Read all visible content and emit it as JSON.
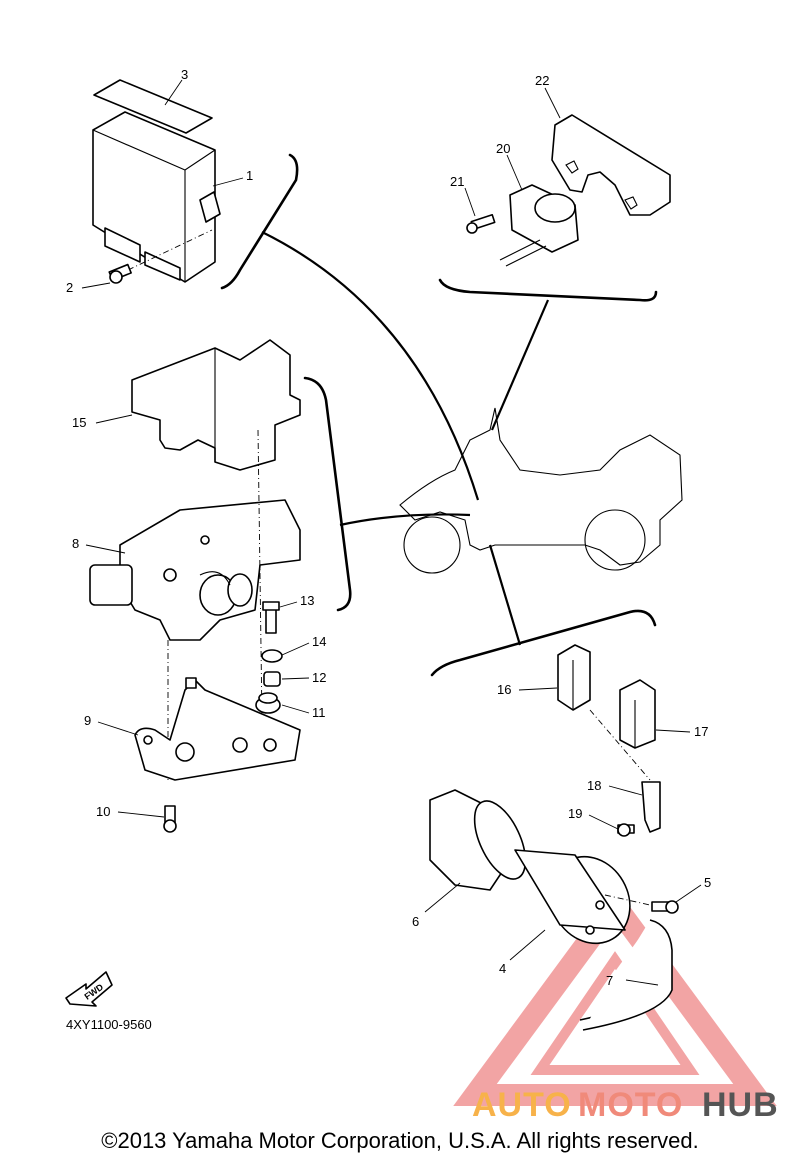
{
  "figure_code": "4XY1100-9560",
  "copyright": "©2013 Yamaha Motor Corporation, U.S.A. All rights reserved.",
  "fwd_label": "FWD",
  "watermark": {
    "part1": "AUTO",
    "part2": "MOTO",
    "part3": "HUB",
    "color1": "#f7b24a",
    "color2": "#f08a7a",
    "color3": "#555555",
    "triangle_color": "#e85a5a"
  },
  "callouts": [
    "1",
    "2",
    "3",
    "4",
    "5",
    "6",
    "7",
    "8",
    "9",
    "10",
    "11",
    "12",
    "13",
    "14",
    "15",
    "16",
    "17",
    "18",
    "19",
    "20",
    "21",
    "22"
  ]
}
